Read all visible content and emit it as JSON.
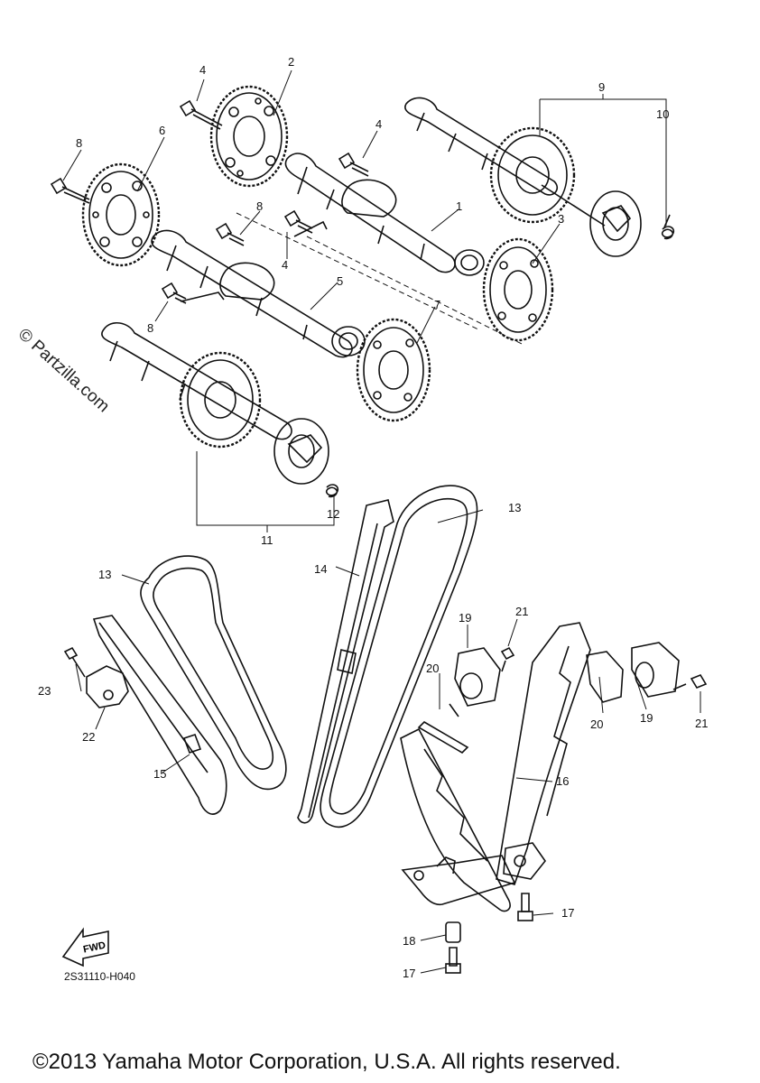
{
  "watermark": "© Partzilla.com",
  "diagram_code": "2S31110-H040",
  "fwd_label": "FWD",
  "copyright": "©2013 Yamaha Motor Corporation, U.S.A. All rights reserved.",
  "callouts": {
    "c1": "1",
    "c2": "2",
    "c3": "3",
    "c4a": "4",
    "c4b": "4",
    "c4c": "4",
    "c5": "5",
    "c6": "6",
    "c7": "7",
    "c8a": "8",
    "c8b": "8",
    "c8c": "8",
    "c9": "9",
    "c10": "10",
    "c11": "11",
    "c12": "12",
    "c13a": "13",
    "c13b": "13",
    "c14": "14",
    "c15": "15",
    "c16": "16",
    "c17a": "17",
    "c17b": "17",
    "c18": "18",
    "c19a": "19",
    "c19b": "19",
    "c20a": "20",
    "c20b": "20",
    "c21a": "21",
    "c21b": "21",
    "c22": "22",
    "c23": "23"
  }
}
